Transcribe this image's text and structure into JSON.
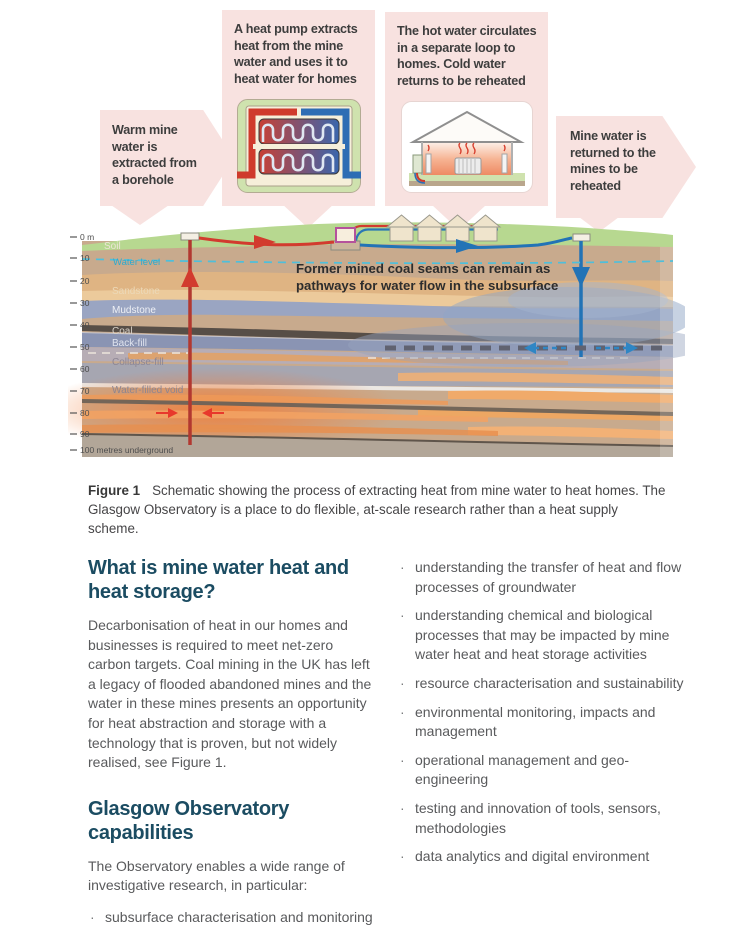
{
  "ui": {
    "bullet": "·"
  },
  "callouts": {
    "warm_water": "Warm mine water is extracted from a borehole",
    "heat_pump": "A heat pump extracts heat from the mine water and uses it to heat water for homes",
    "hot_water": "The hot water circulates in a separate loop to homes. Cold water returns to be reheated",
    "return_water": "Mine water is returned to the mines to be reheated"
  },
  "diagram": {
    "annotation_line1": "Former mined coal seams can remain as",
    "annotation_line2": "pathways for water flow in the subsurface",
    "depth_ticks": [
      "0 m",
      "10",
      "20",
      "30",
      "40",
      "50",
      "60",
      "70",
      "80",
      "90",
      "100 metres underground"
    ],
    "strata_labels": {
      "soil": "Soil",
      "water_level": "Water level",
      "sandstone": "Sandstone",
      "mudstone": "Mudstone",
      "coal": "Coal",
      "backfill": "Back-fill",
      "collapse_fill": "Collapse-fill",
      "water_void": "Water-filled void"
    }
  },
  "caption": {
    "label": "Figure 1",
    "text": "Schematic showing the process of extracting heat from mine water to heat homes. The Glasgow Observatory is a place to do flexible, at-scale research rather than a heat supply scheme."
  },
  "left_column": {
    "heading1": "What is mine water heat and heat storage?",
    "para1": "Decarbonisation of heat in our homes and businesses is required to meet net-zero carbon targets.  Coal mining in the UK has left a legacy of flooded abandoned mines and the water in these mines presents an opportunity for heat abstraction and storage with a technology that is proven, but not widely realised, see Figure 1.",
    "heading2": "Glasgow Observatory capabilities",
    "para2": "The Observatory enables a wide range of investigative research, in particular:",
    "bullets": [
      "subsurface characterisation and monitoring of abandoned mines"
    ]
  },
  "right_column": {
    "bullets": [
      "understanding the transfer of heat and flow processes of groundwater",
      "understanding chemical and biological processes that may be impacted by mine water heat and heat storage activities",
      "resource characterisation and sustainability",
      "environmental monitoring, impacts and management",
      "operational management and geo-engineering",
      "testing and innovation of tools, sensors, methodologies",
      "data analytics and digital environment"
    ]
  },
  "colors": {
    "callout_pink": "#f8e2e0",
    "heading_teal": "#1b4c62",
    "body_gray": "#595a5c",
    "pipe_red": "#d23b2e",
    "pipe_blue": "#2273b6",
    "water_cyan": "#49bcd8",
    "grass_green": "#b7d890"
  }
}
